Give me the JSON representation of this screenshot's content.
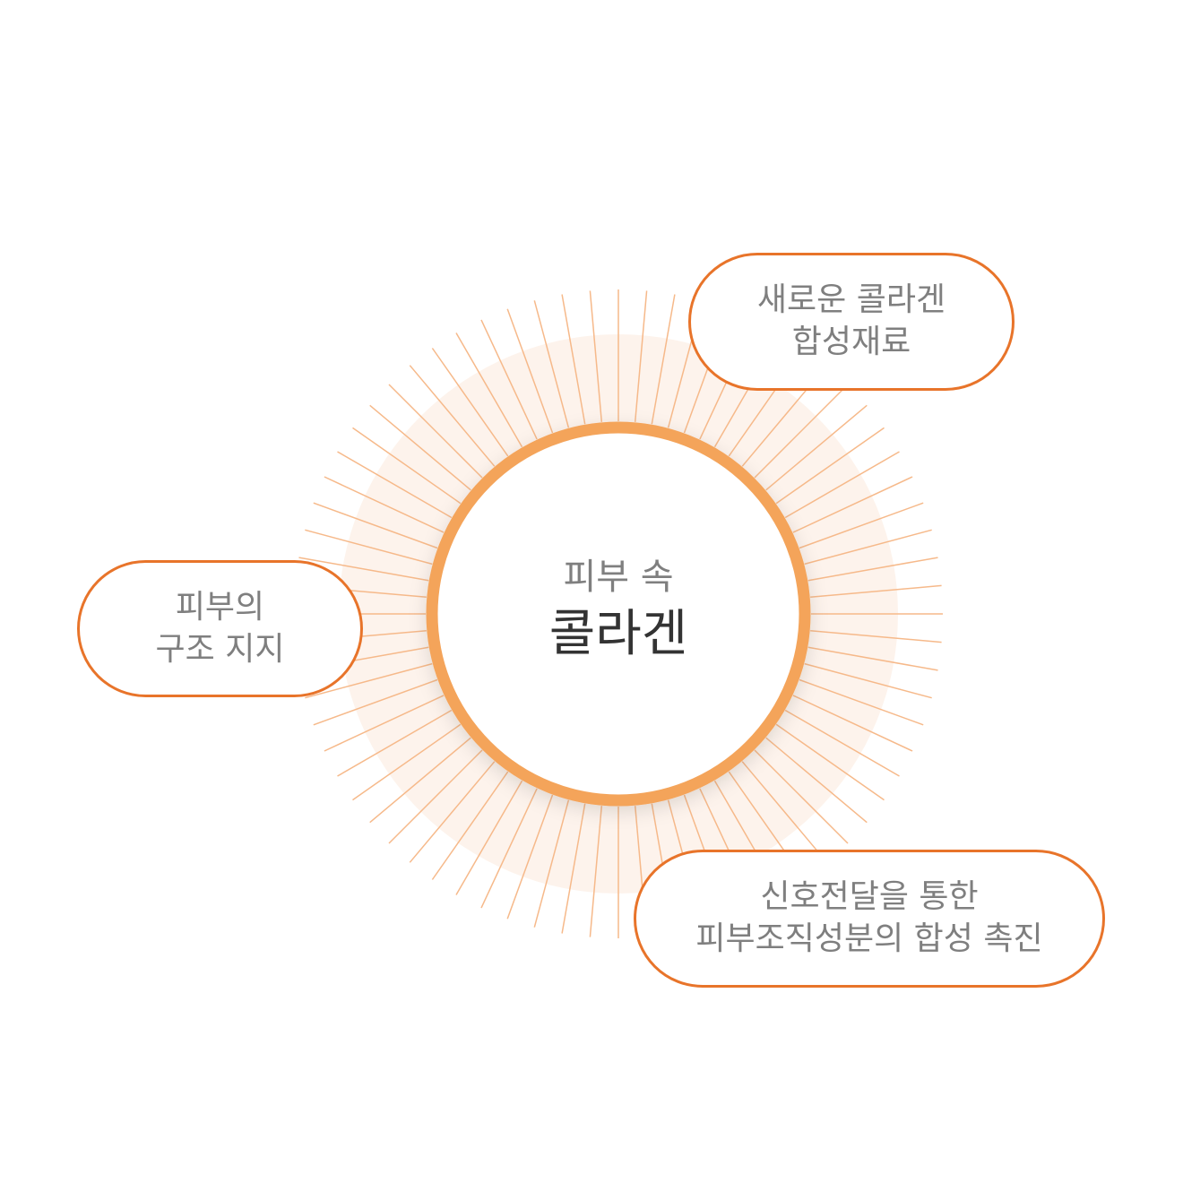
{
  "colors": {
    "ring": "#f4a45a",
    "rays": "#f6b98a",
    "glow": "#fdf3ec",
    "pill_border": "#e8742a",
    "label_text": "#7f7f7f",
    "main_text": "#333333"
  },
  "center": {
    "subtitle": "피부 속",
    "title": "콜라겐"
  },
  "nodes": [
    {
      "line1": "새로운 콜라겐",
      "line2": "합성재료"
    },
    {
      "line1": "피부의",
      "line2": "구조 지지"
    },
    {
      "line1": "신호전달을 통한",
      "line2": "피부조직성분의 합성 촉진"
    }
  ]
}
